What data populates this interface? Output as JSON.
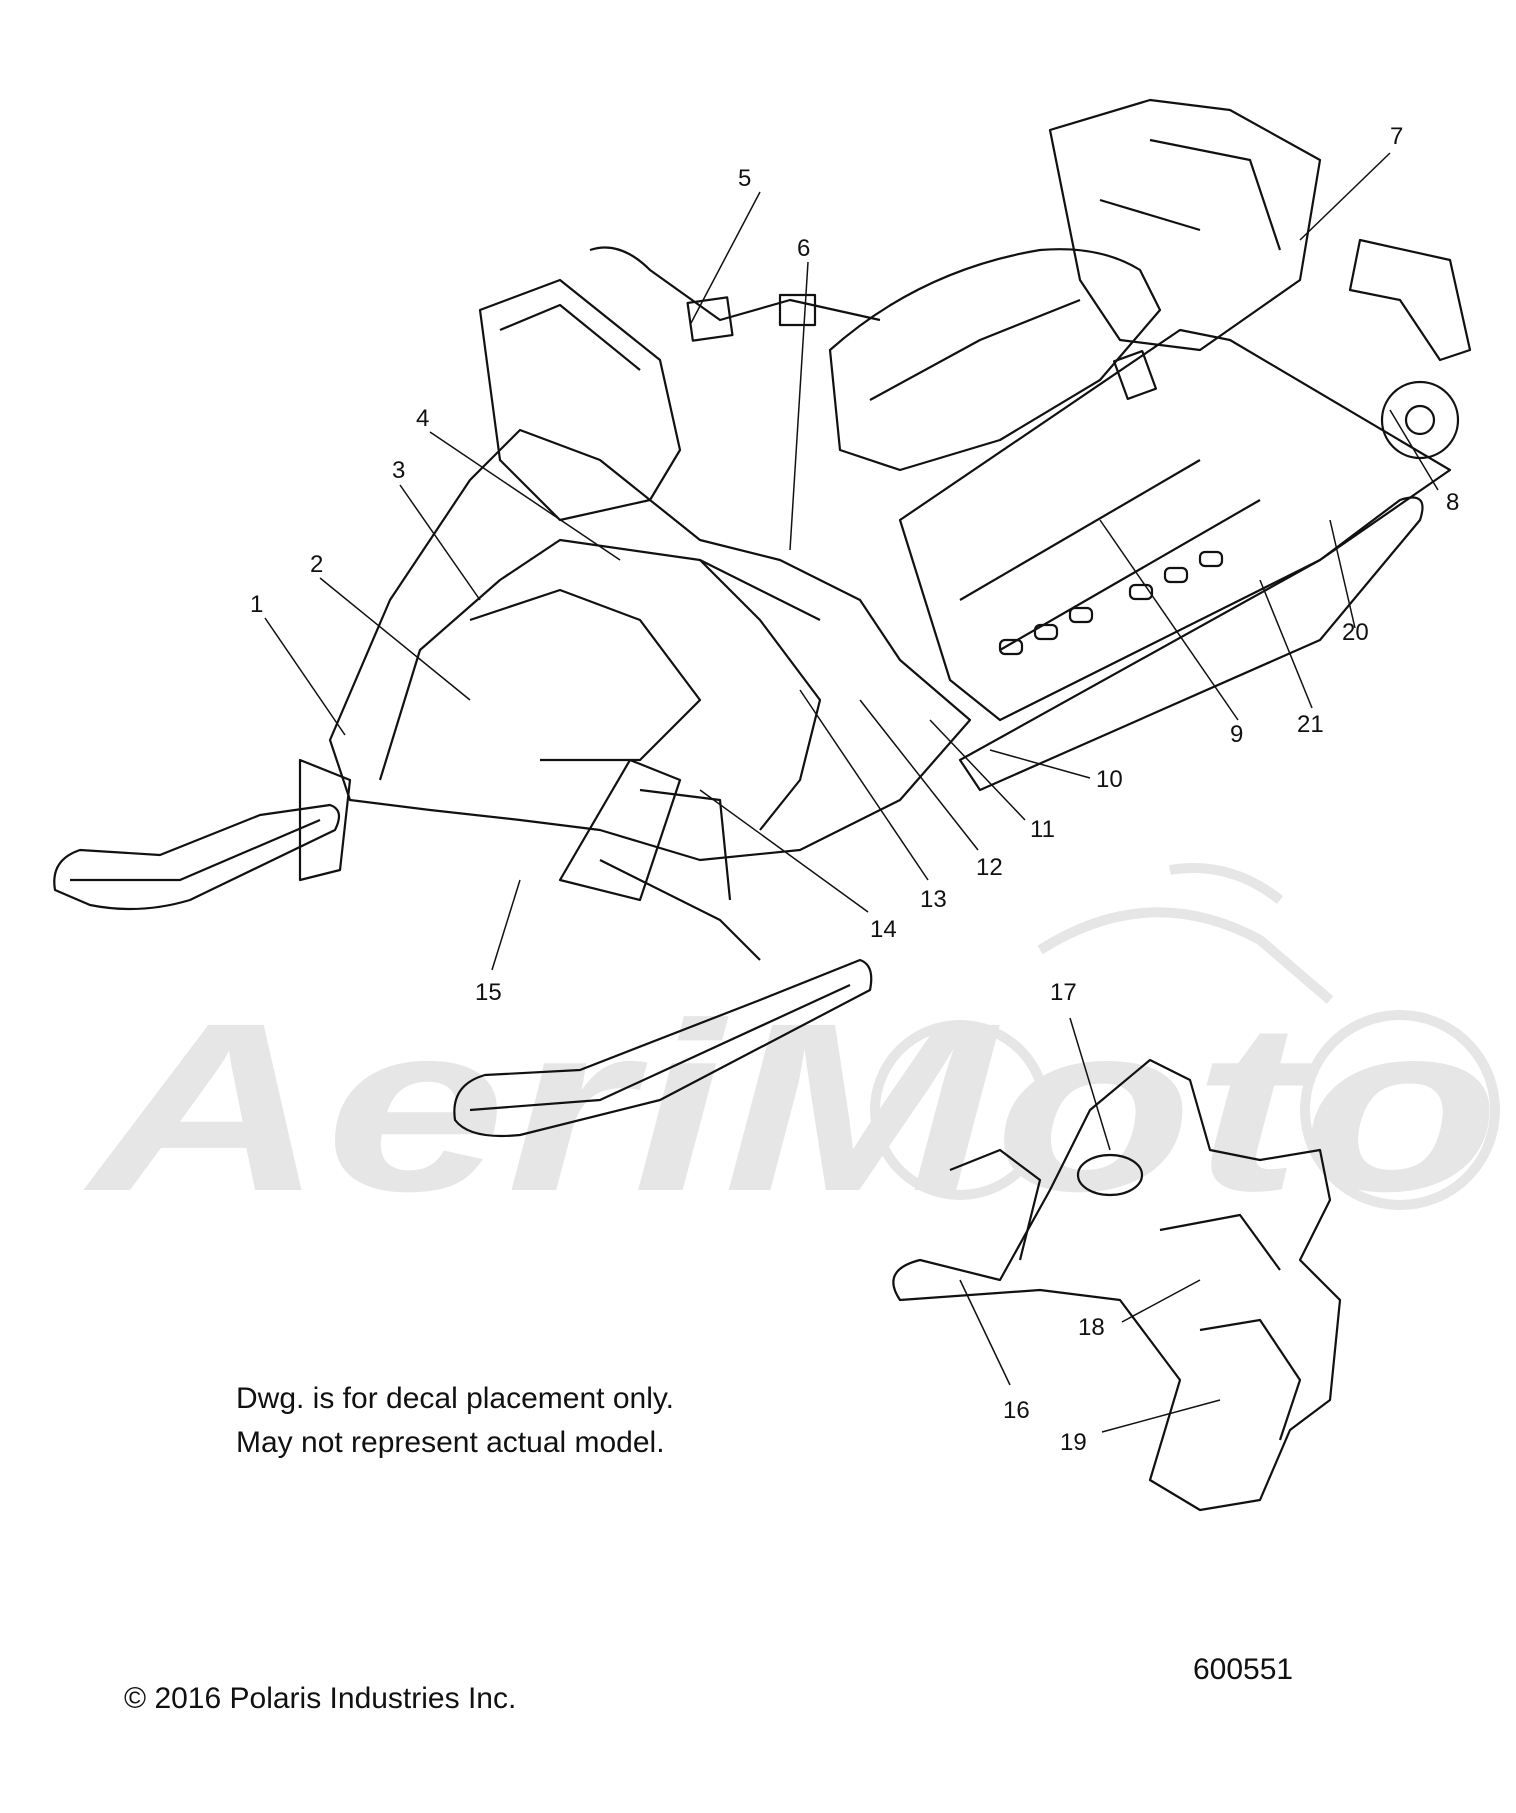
{
  "watermark": {
    "text": "AeriMoto",
    "color": "#e6e6e6"
  },
  "callouts": [
    {
      "id": "1",
      "label": "1"
    },
    {
      "id": "2",
      "label": "2"
    },
    {
      "id": "3",
      "label": "3"
    },
    {
      "id": "4",
      "label": "4"
    },
    {
      "id": "5",
      "label": "5"
    },
    {
      "id": "6",
      "label": "6"
    },
    {
      "id": "7",
      "label": "7"
    },
    {
      "id": "8",
      "label": "8"
    },
    {
      "id": "9",
      "label": "9"
    },
    {
      "id": "10",
      "label": "10"
    },
    {
      "id": "11",
      "label": "11"
    },
    {
      "id": "12",
      "label": "12"
    },
    {
      "id": "13",
      "label": "13"
    },
    {
      "id": "14",
      "label": "14"
    },
    {
      "id": "15",
      "label": "15"
    },
    {
      "id": "16",
      "label": "16"
    },
    {
      "id": "17",
      "label": "17"
    },
    {
      "id": "18",
      "label": "18"
    },
    {
      "id": "19",
      "label": "19"
    },
    {
      "id": "20",
      "label": "20"
    },
    {
      "id": "21",
      "label": "21"
    }
  ],
  "notes": {
    "line1": "Dwg. is for decal placement only.",
    "line2": "May not represent actual model."
  },
  "footer": {
    "copyright": "© 2016 Polaris Industries Inc.",
    "drawing_number": "600551"
  },
  "colors": {
    "line": "#111111",
    "watermark": "#e6e6e6",
    "background": "#ffffff"
  }
}
